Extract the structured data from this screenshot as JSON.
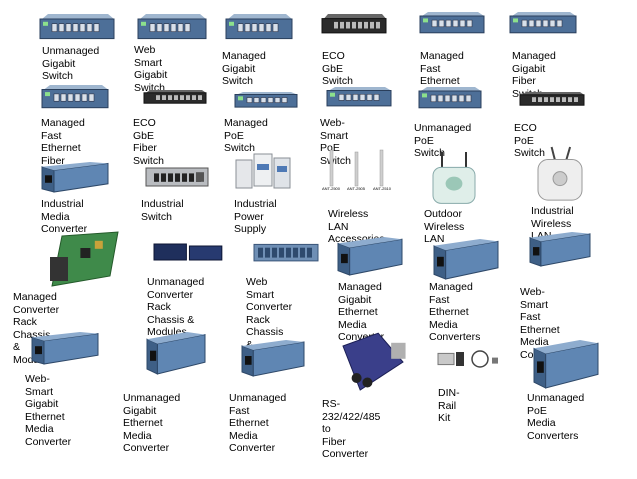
{
  "products": [
    {
      "label": "Unmanaged\nGigabit Switch",
      "icon": "rack-switch-icon"
    },
    {
      "label": "Web Smart\nGigabit Switch",
      "icon": "rack-switch-icon"
    },
    {
      "label": "Managed Gigabit\nSwitch",
      "icon": "rack-switch-icon"
    },
    {
      "label": "ECO GbE Switch",
      "icon": "desktop-switch-icon"
    },
    {
      "label": "Managed Fast\nEthernet Switch",
      "icon": "rack-switch-icon"
    },
    {
      "label": "Managed Gigabit\nFiber Switch",
      "icon": "rack-switch-icon"
    },
    {
      "label": "Managed Fast\nEthernet Fiber\nSwitch",
      "icon": "rack-switch-icon"
    },
    {
      "label": "ECO GbE Fiber\nSwitch",
      "icon": "desktop-switch-icon"
    },
    {
      "label": "Managed PoE\nSwitch",
      "icon": "rack-switch-icon"
    },
    {
      "label": "Web-Smart PoE\nSwitch",
      "icon": "rack-switch-icon"
    },
    {
      "label": "Unmanaged PoE\nSwitch",
      "icon": "rack-switch-icon"
    },
    {
      "label": "ECO PoE Switch",
      "icon": "desktop-switch-icon"
    },
    {
      "label": "Industrial Media\nConverter",
      "icon": "media-converter-icon"
    },
    {
      "label": "Industrial Switch",
      "icon": "industrial-switch-icon"
    },
    {
      "label": "Industrial Power\nSupply",
      "icon": "power-supply-icon"
    },
    {
      "label": "Wireless LAN\nAccessories",
      "icon": "antenna-icon"
    },
    {
      "label": "Outdoor Wireless\nLAN",
      "icon": "outdoor-ap-icon"
    },
    {
      "label": "Industrial\nWireless LAN",
      "icon": "industrial-ap-icon"
    },
    {
      "label": "Managed Converter Rack\nChassis & Modules",
      "icon": "circuit-board-icon"
    },
    {
      "label": "Unmanaged\nConverter Rack\nChassis & Modules",
      "icon": "converter-chassis-icon"
    },
    {
      "label": "Web Smart\nConverter Rack\nChassis & Modules",
      "icon": "rack-chassis-icon"
    },
    {
      "label": "Managed Gigabit\nEthernet Media\nConverter",
      "icon": "media-converter-icon"
    },
    {
      "label": "Managed Fast\nEthernet Media\nConverters",
      "icon": "media-converter-icon"
    },
    {
      "label": "Web-Smart Fast\nEthernet Media\nConverter",
      "icon": "media-converter-icon"
    },
    {
      "label": "Web-Smart Gigabit\nEthernet Media\nConverter",
      "icon": "media-converter-icon"
    },
    {
      "label": "Unmanaged Gigabit\nEthernet Media\nConverter",
      "icon": "media-converter-icon"
    },
    {
      "label": "Unmanaged Fast\nEthernet Media\nConverter",
      "icon": "media-converter-icon"
    },
    {
      "label": "RS-232/422/485 to\nFiber Converter",
      "icon": "serial-converter-icon"
    },
    {
      "label": "DIN-Rail Kit",
      "icon": "din-rail-kit-icon"
    },
    {
      "label": "Unmanaged PoE\nMedia Converters",
      "icon": "media-converter-icon"
    }
  ],
  "antenna_labels": [
    "ANT-2500",
    "ANT-2505",
    "ANT-2510"
  ]
}
